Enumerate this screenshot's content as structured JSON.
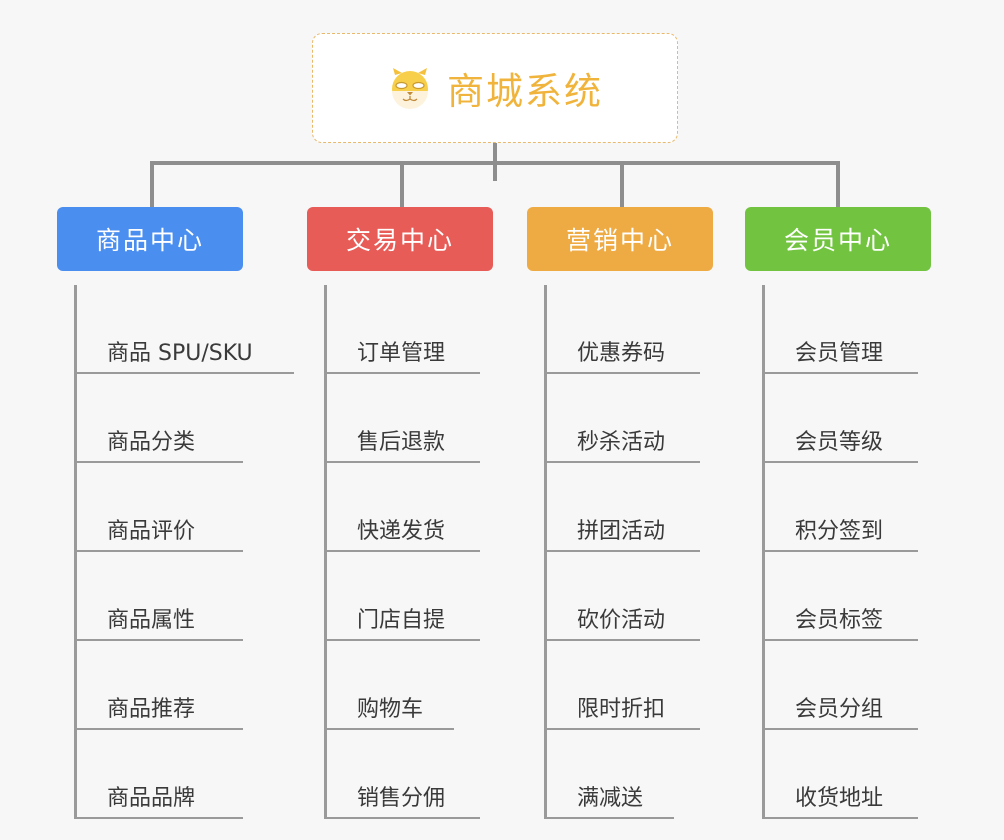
{
  "root": {
    "title": "商城系统",
    "icon": "shiba-dog-face-emoji",
    "border_color": "#e8b96a",
    "text_color": "#f0b43c",
    "background": "#ffffff"
  },
  "canvas": {
    "background": "#f7f7f7",
    "connector_color": "#8e8e8e"
  },
  "columns": [
    {
      "header": "商品中心",
      "color": "#4a8ef0",
      "items": [
        "商品 SPU/SKU",
        "商品分类",
        "商品评价",
        "商品属性",
        "商品推荐",
        "商品品牌"
      ]
    },
    {
      "header": "交易中心",
      "color": "#e85c58",
      "items": [
        "订单管理",
        "售后退款",
        "快递发货",
        "门店自提",
        "购物车",
        "销售分佣"
      ]
    },
    {
      "header": "营销中心",
      "color": "#eeab44",
      "items": [
        "优惠券码",
        "秒杀活动",
        "拼团活动",
        "砍价活动",
        "限时折扣",
        "满减送"
      ]
    },
    {
      "header": "会员中心",
      "color": "#72c440",
      "items": [
        "会员管理",
        "会员等级",
        "积分签到",
        "会员标签",
        "会员分组",
        "收货地址"
      ]
    }
  ]
}
